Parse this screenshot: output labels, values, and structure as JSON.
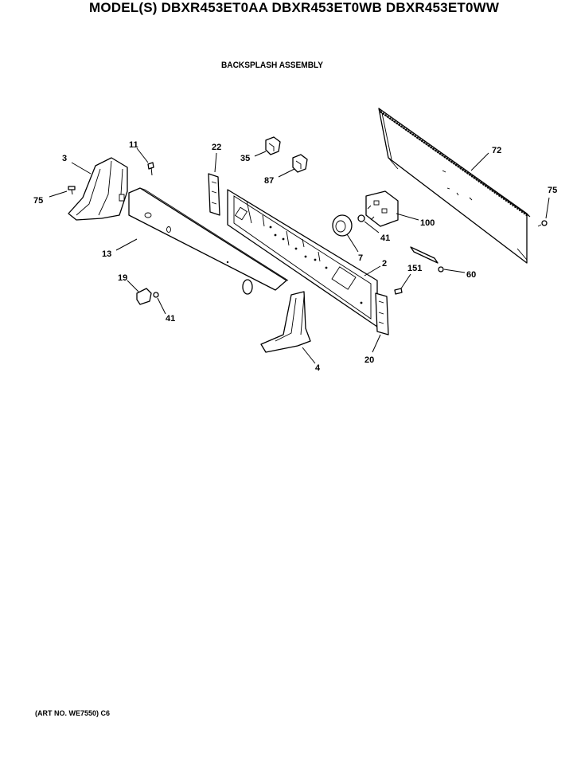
{
  "header": {
    "model_line": "MODEL(S) DBXR453ET0AA  DBXR453ET0WB  DBXR453ET0WW",
    "assembly_title": "BACKSPLASH ASSEMBLY"
  },
  "footer": {
    "art_no": "(ART NO. WE7550) C6"
  },
  "callouts": {
    "p3": "3",
    "p11": "11",
    "p22": "22",
    "p35": "35",
    "p87": "87",
    "p72": "72",
    "p75_left": "75",
    "p75_right": "75",
    "p100": "100",
    "p41_top": "41",
    "p13": "13",
    "p7": "7",
    "p2": "2",
    "p151": "151",
    "p60": "60",
    "p19": "19",
    "p41_bottom": "41",
    "p4": "4",
    "p20": "20"
  }
}
